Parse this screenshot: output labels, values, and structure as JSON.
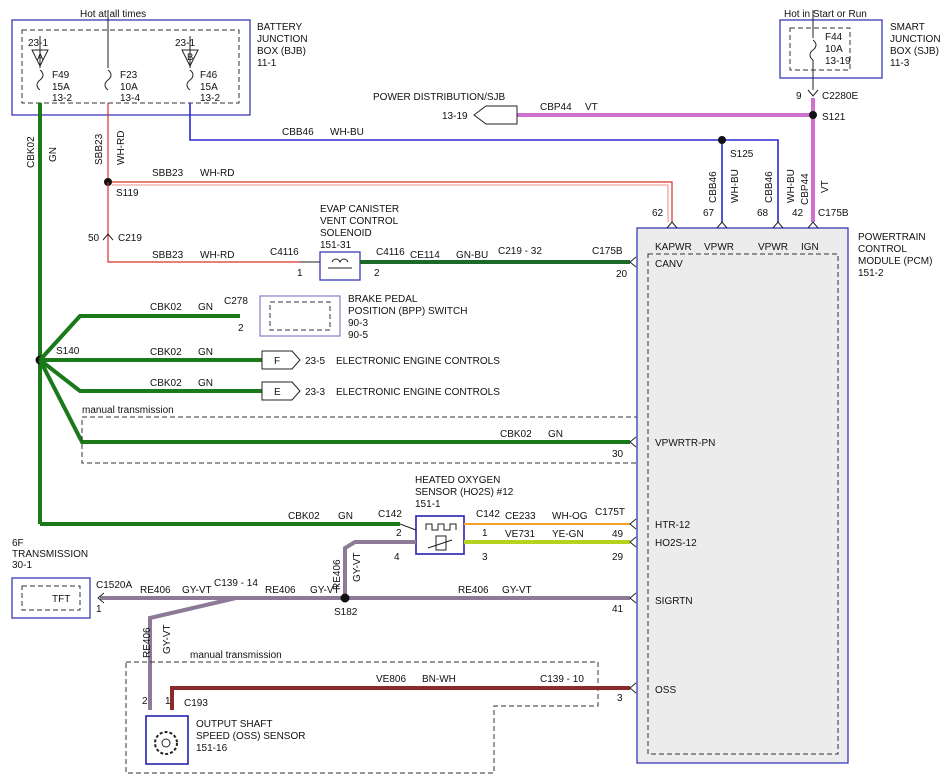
{
  "colors": {
    "GN": "#1a7a1a",
    "WH-RD": "#d8322a",
    "WH-BU": "#2a2ad0",
    "VT": "#d070d0",
    "GY-VT": "#8c7a96",
    "GN-BU": "#1a6a2a",
    "WH-OG": "#f2a02a",
    "YE-GN": "#b4d21e",
    "BN-WH": "#8a2a2a",
    "box_border": "#3a3ab8"
  },
  "top": {
    "hot_at_all_times": "Hot at all times",
    "hot_in_start_run": "Hot in Start or Run"
  },
  "bjb": {
    "title_1": "BATTERY",
    "title_2": "JUNCTION",
    "title_3": "BOX (BJB)",
    "ref": "11-1",
    "pin_a": "A",
    "pin_b": "B",
    "conn_1": "23-1",
    "conn_2": "23-1",
    "fuse_1": {
      "name": "F49",
      "rating": "15A",
      "ref": "13-2"
    },
    "fuse_2": {
      "name": "F23",
      "rating": "10A",
      "ref": "13-4"
    },
    "fuse_3": {
      "name": "F46",
      "rating": "15A",
      "ref": "13-2"
    }
  },
  "sjb": {
    "title_1": "SMART",
    "title_2": "JUNCTION",
    "title_3": "BOX (SJB)",
    "ref": "11-3",
    "fuse": {
      "name": "F44",
      "rating": "10A",
      "ref": "13-19"
    },
    "pin": "9",
    "connector": "C2280E",
    "splice": "S121"
  },
  "power_dist": {
    "label": "POWER DISTRIBUTION/SJB",
    "ref": "13-19",
    "circuit": "CBP44",
    "color": "VT"
  },
  "wires": {
    "cbk02": "CBK02",
    "gn": "GN",
    "sbb23": "SBB23",
    "wh_rd": "WH-RD",
    "cbb46": "CBB46",
    "wh_bu": "WH-BU",
    "cbp44": "CBP44",
    "vt": "VT",
    "ce114": "CE114",
    "gn_bu": "GN-BU",
    "ce233": "CE233",
    "wh_og": "WH-OG",
    "ve731": "VE731",
    "ye_gn": "YE-GN",
    "re406": "RE406",
    "gy_vt": "GY-VT",
    "ve806": "VE806",
    "bn_wh": "BN-WH"
  },
  "splices": {
    "s119": "S119",
    "s125": "S125",
    "s140": "S140",
    "s182": "S182"
  },
  "connectors": {
    "c219": "C219",
    "c219_pin": "50",
    "c219_32": "C219 - 32",
    "c4116": "C4116",
    "c4116_pin1": "1",
    "c4116_pin2": "2",
    "c278": "C278",
    "c278_pin": "2",
    "c142": "C142",
    "c1520a": "C1520A",
    "c1520a_pin": "1",
    "c139_14": "C139 - 14",
    "c139_10": "C139 - 10",
    "c193": "C193",
    "c193_pin2": "2",
    "c193_pin1": "1",
    "c175b": "C175B",
    "c175b_2": "C175B",
    "c175t": "C175T"
  },
  "evap": {
    "title_1": "EVAP CANISTER",
    "title_2": "VENT CONTROL",
    "title_3": "SOLENOID",
    "ref": "151-31"
  },
  "bpp": {
    "title_1": "BRAKE PEDAL",
    "title_2": "POSITION (BPP) SWITCH",
    "ref_1": "90-3",
    "ref_2": "90-5"
  },
  "eec_f": {
    "letter": "F",
    "ref": "23-5",
    "label": "ELECTRONIC ENGINE CONTROLS"
  },
  "eec_e": {
    "letter": "E",
    "ref": "23-3",
    "label": "ELECTRONIC ENGINE CONTROLS"
  },
  "manual_trans": "manual transmission",
  "manual_trans_2": "manual transmission",
  "ho2s": {
    "title_1": "HEATED OXYGEN",
    "title_2": "SENSOR (HO2S) #12",
    "ref": "151-1",
    "pin_2": "2",
    "pin_4": "4",
    "pin_1": "1",
    "pin_3": "3"
  },
  "trans": {
    "title_1": "6F",
    "title_2": "TRANSMISSION",
    "ref": "30-1",
    "tft": "TFT"
  },
  "oss": {
    "title_1": "OUTPUT SHAFT",
    "title_2": "SPEED (OSS) SENSOR",
    "ref": "151-16"
  },
  "pcm": {
    "title_1": "POWERTRAIN",
    "title_2": "CONTROL",
    "title_3": "MODULE (PCM)",
    "ref": "151-2",
    "kapwr": "KAPWR",
    "vpwr_1": "VPWR",
    "vpwr_2": "VPWR",
    "ign": "IGN",
    "pin_62": "62",
    "pin_67": "67",
    "pin_68": "68",
    "pin_42": "42",
    "canv": "CANV",
    "pin_20": "20",
    "vpwrtr": "VPWRTR-PN",
    "pin_30": "30",
    "htr": "HTR-12",
    "pin_49": "49",
    "ho2s": "HO2S-12",
    "pin_29": "29",
    "sigrtn": "SIGRTN",
    "pin_41": "41",
    "oss": "OSS",
    "pin_3": "3"
  }
}
